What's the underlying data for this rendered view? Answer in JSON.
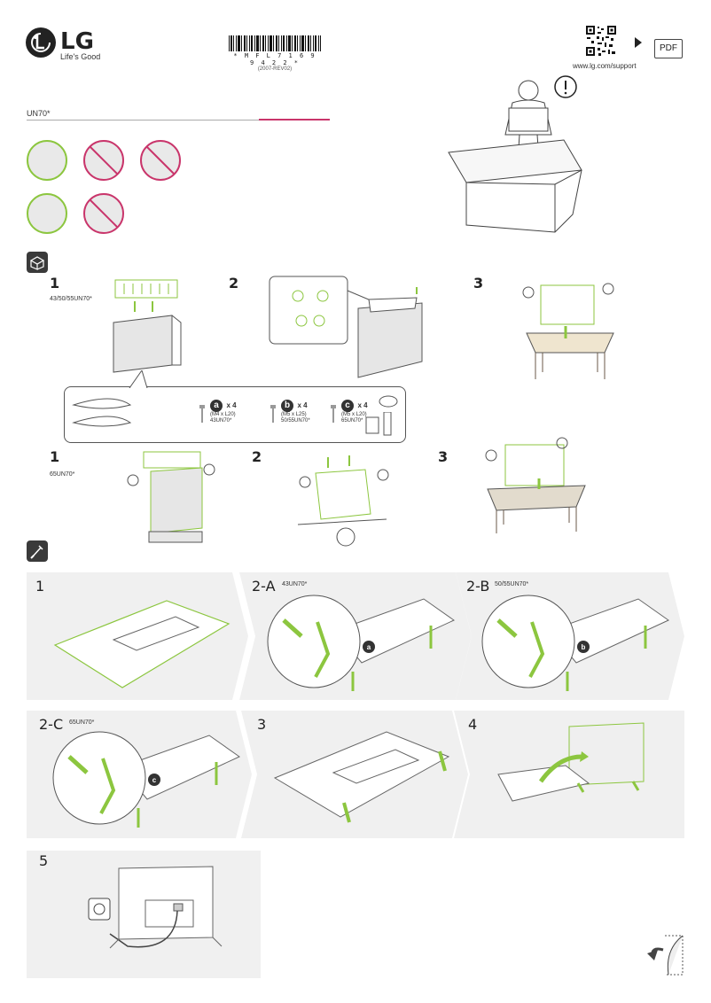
{
  "header": {
    "brand": "LG",
    "tagline": "Life's Good",
    "barcode_number": "* M F L 7 1 6 9 9 4 2 2 *",
    "revision": "(2007-REV02)",
    "support_url": "www.lg.com/support",
    "pdf_label": "PDF",
    "model": "UN70*"
  },
  "unpack": {
    "row1": {
      "step1": "1",
      "step1_models": "43/50/55UN70*",
      "step2": "2",
      "step3": "3"
    },
    "parts": {
      "a": {
        "badge": "a",
        "qty": "x 4",
        "spec": "(M4 x L20)",
        "model": "43UN70*"
      },
      "b": {
        "badge": "b",
        "qty": "x 4",
        "spec": "(M5 x L25)",
        "model": "50/55UN70*"
      },
      "c": {
        "badge": "c",
        "qty": "x 4",
        "spec": "(M5 x L20)",
        "model": "65UN70*"
      }
    },
    "row2": {
      "step1": "1",
      "step1_models": "65UN70*",
      "step2": "2",
      "step3": "3"
    }
  },
  "assembly": {
    "s1": "1",
    "s2a": "2-A",
    "s2a_model": "43UN70*",
    "s2b": "2-B",
    "s2b_model": "50/55UN70*",
    "s2c": "2-C",
    "s2c_model": "65UN70*",
    "s3": "3",
    "s4": "4",
    "s5": "5",
    "badge_a": "a",
    "badge_b": "b",
    "badge_c": "c"
  },
  "colors": {
    "accent_green": "#8cc63f",
    "accent_red": "#c9356b",
    "panel_gray": "#f0f0f0"
  }
}
